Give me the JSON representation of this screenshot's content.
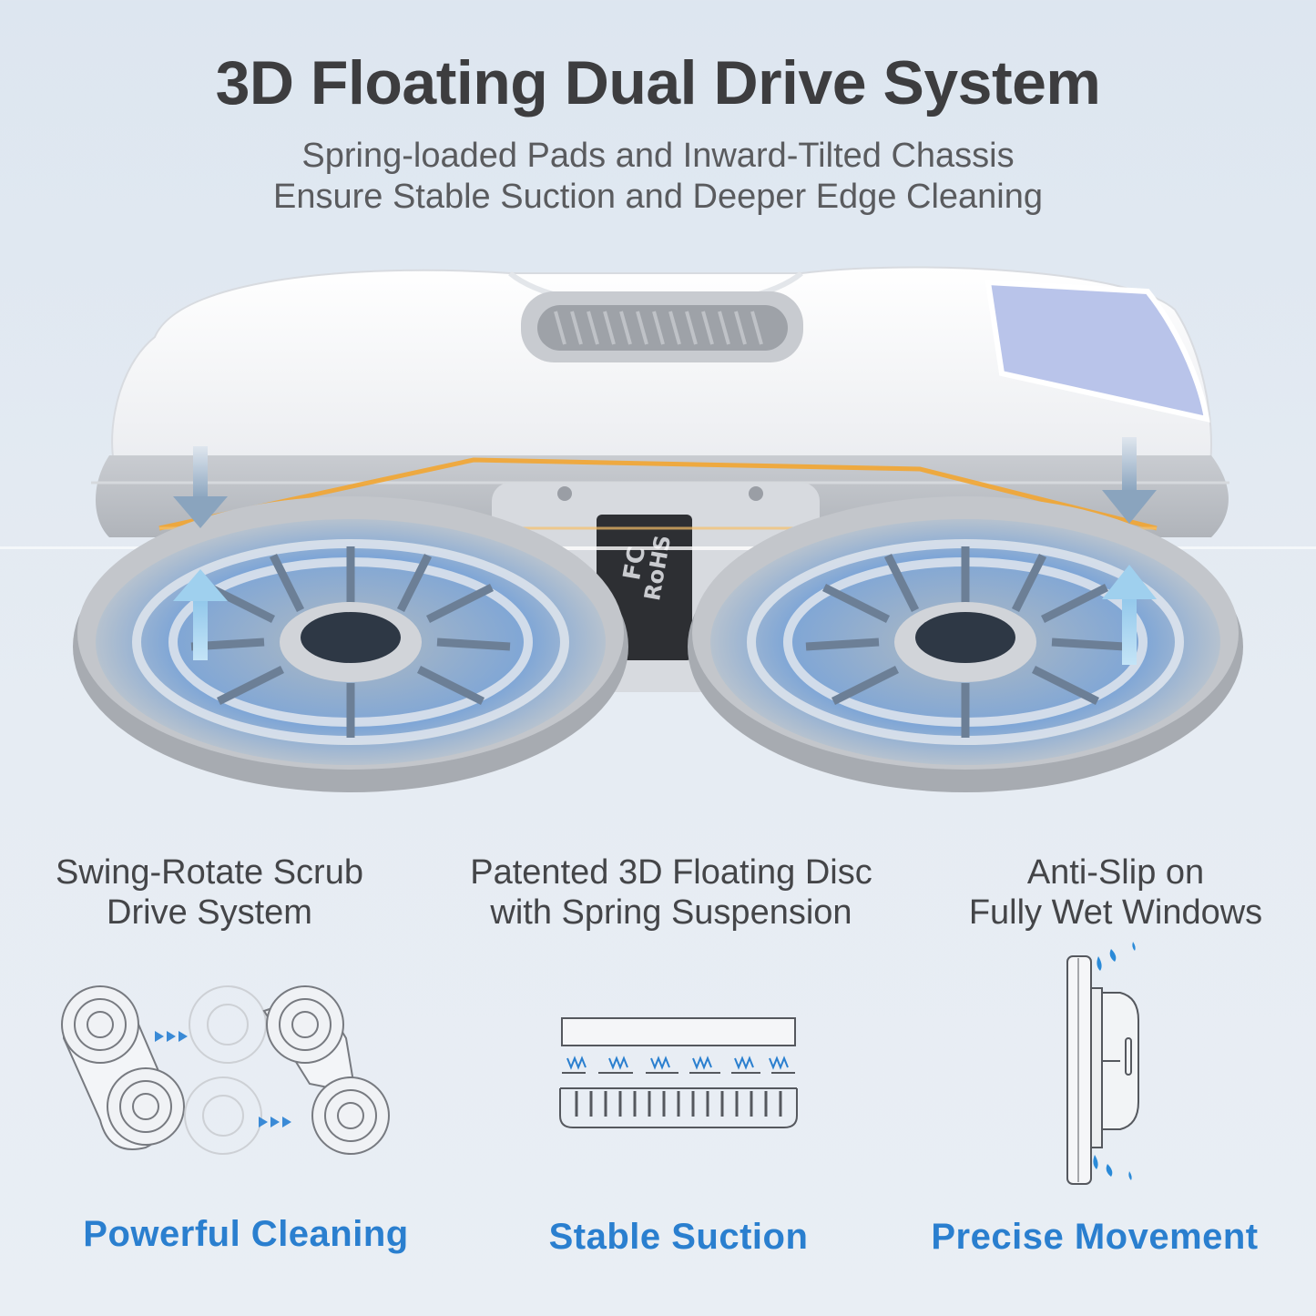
{
  "header": {
    "title": "3D Floating Dual Drive System",
    "subtitle_line1": "Spring-loaded Pads and Inward-Tilted Chassis",
    "subtitle_line2": "Ensure Stable Suction and Deeper Edge Cleaning"
  },
  "product": {
    "label_texts": [
      "FC",
      "RoHS"
    ]
  },
  "features": [
    {
      "title_line1": "Swing-Rotate Scrub",
      "title_line2": "Drive System",
      "label": "Powerful Cleaning",
      "icon": "swing-rotate-diagram-icon"
    },
    {
      "title_line1": "Patented 3D Floating Disc",
      "title_line2": "with Spring Suspension",
      "label": "Stable Suction",
      "icon": "spring-suspension-icon"
    },
    {
      "title_line1": "Anti-Slip on",
      "title_line2": "Fully Wet Windows",
      "label": "Precise Movement",
      "icon": "wet-window-robot-icon"
    }
  ],
  "colors": {
    "accent_blue": "#2a7fcf",
    "heading": "#3d3d3f",
    "glow": "#f2a531"
  }
}
